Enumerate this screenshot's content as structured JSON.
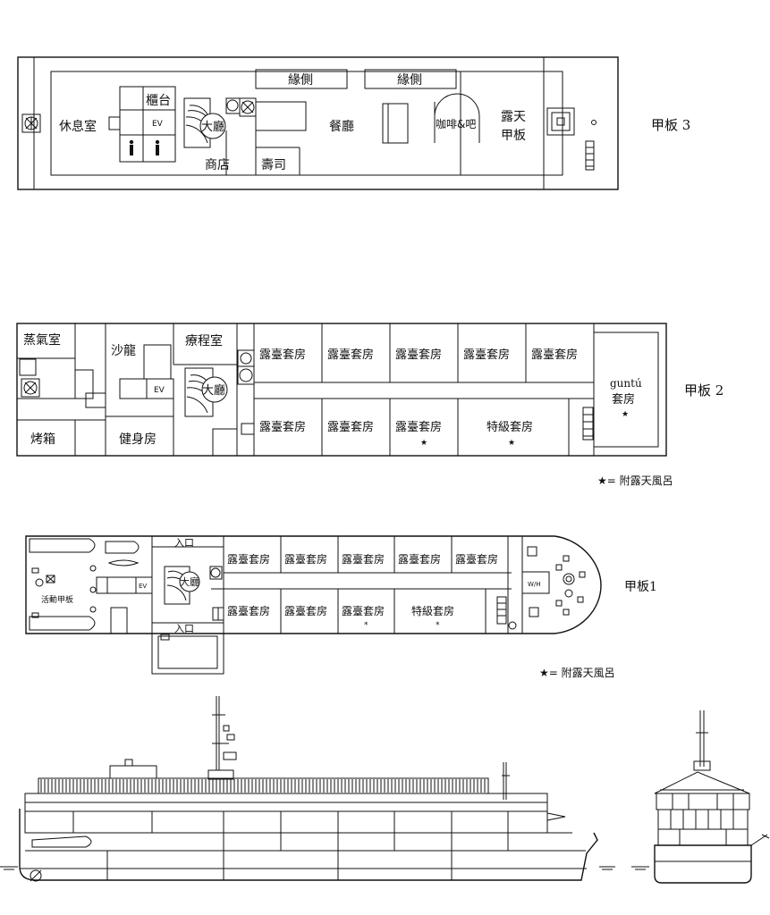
{
  "deck3": {
    "label": "甲板 3",
    "rooms": {
      "lounge": "休息室",
      "counter": "櫃台",
      "elevator": "EV",
      "lobby": "大廳",
      "shop": "商店",
      "sushi": "壽司",
      "engawa_1": "緣側",
      "engawa_2": "緣側",
      "restaurant": "餐廳",
      "cafe_bar": "咖啡&吧",
      "open_deck_line1": "露天",
      "open_deck_line2": "甲板"
    }
  },
  "deck2": {
    "label": "甲板 2",
    "rooms": {
      "steam_room": "蒸氣室",
      "salon": "沙龍",
      "treatment_room": "療程室",
      "lobby": "大廳",
      "elevator": "EV",
      "sauna": "烤箱",
      "gym": "健身房",
      "guntu_line1": "guntú",
      "guntu_line2": "套房",
      "guntu_star": "★"
    },
    "suites_top": [
      "露臺套房",
      "露臺套房",
      "露臺套房",
      "露臺套房",
      "露臺套房"
    ],
    "suites_bottom": [
      "露臺套房",
      "露臺套房",
      "露臺套房",
      "特級套房"
    ],
    "suites_bottom_stars": [
      "",
      "",
      "★",
      "★"
    ],
    "legend": "★= 附露天風呂"
  },
  "deck1": {
    "label": "甲板1",
    "rooms": {
      "activity_deck": "活動甲板",
      "entrance_top": "入口",
      "entrance_bottom": "入口",
      "lobby": "大廳",
      "elevator": "EV",
      "wh": "W/H"
    },
    "suites_top": [
      "露臺套房",
      "露臺套房",
      "露臺套房",
      "露臺套房",
      "露臺套房"
    ],
    "suites_bottom": [
      "露臺套房",
      "露臺套房",
      "露臺套房",
      "特級套房"
    ],
    "suites_bottom_stars": [
      "",
      "",
      "*",
      "*"
    ],
    "legend": "★= 附露天風呂"
  },
  "colors": {
    "line": "#111111",
    "background": "#ffffff"
  },
  "icons": [
    "fan-icon",
    "toilet-icon",
    "stairs-icon",
    "ladder-icon",
    "lifeboat-icon",
    "winch-icon"
  ]
}
